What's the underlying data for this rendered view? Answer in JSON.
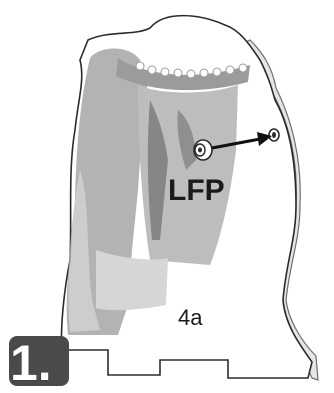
{
  "step_number": "1.",
  "hardware_label": "LFP",
  "part_label": "4a",
  "colors": {
    "outline": "#2b2b2b",
    "panel_edge": "#6e6e6e",
    "print_dark": "#8a8a8a",
    "print_light": "#c4c4c4",
    "step_badge": "#4a4a4a"
  },
  "icons": {
    "hardware": "cam-lock-fitting-icon",
    "hole": "predrilled-hole-icon"
  }
}
